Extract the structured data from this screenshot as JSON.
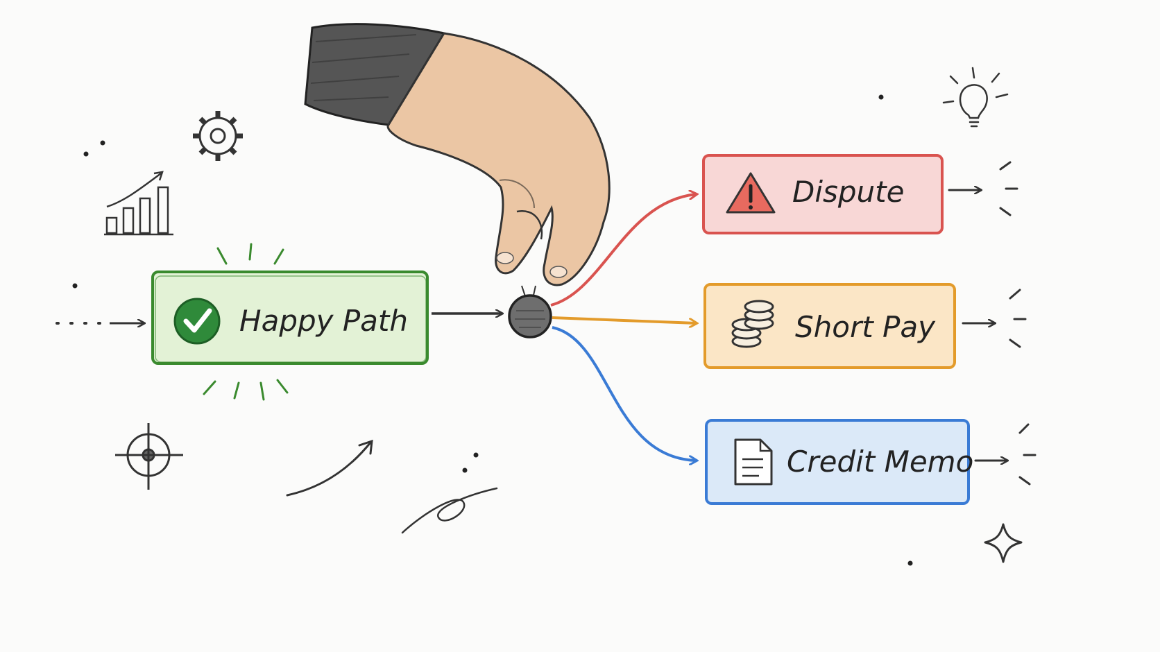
{
  "diagram": {
    "start_node": {
      "label": "Happy Path",
      "icon": "check-circle-icon",
      "color": "#3a8a2e",
      "fill": "#e3f2d6"
    },
    "branch_nodes": [
      {
        "label": "Dispute",
        "icon": "warning-triangle-icon",
        "color": "#d9534f",
        "fill": "#f8d7d6"
      },
      {
        "label": "Short Pay",
        "icon": "coin-stack-icon",
        "color": "#e39b2b",
        "fill": "#fbe6c6"
      },
      {
        "label": "Credit Memo",
        "icon": "document-icon",
        "color": "#3a7bd5",
        "fill": "#dbe9f8"
      }
    ],
    "junction": {
      "icon": "switch-knob-icon",
      "color": "#555555"
    },
    "decorations": [
      "gear-icon",
      "bar-chart-icon",
      "crosshair-icon",
      "lightbulb-icon",
      "sparkle-icon",
      "hand-icon"
    ]
  }
}
